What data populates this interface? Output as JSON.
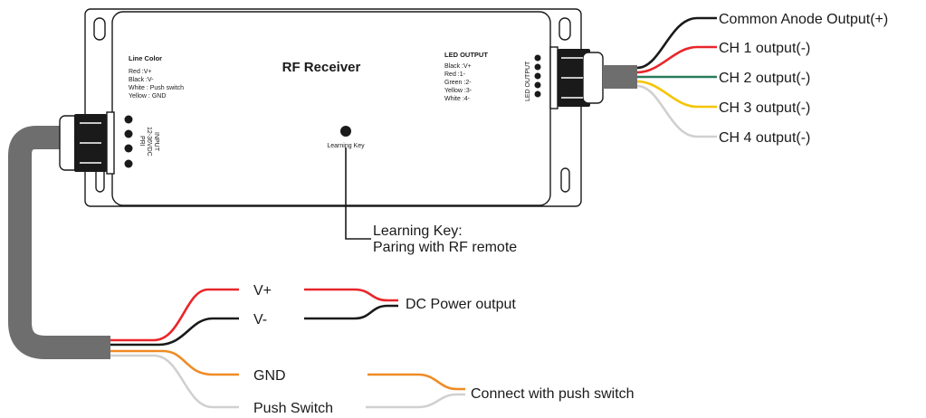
{
  "device": {
    "title": "RF Receiver",
    "learning_key_label": "Learning Key",
    "input_label": "INPUT",
    "input_voltage": "12-36VDC",
    "input_pri": "PRI",
    "led_output_side": "LED OUTPUT"
  },
  "line_color": {
    "title": "Line Color",
    "lines": [
      "Red   :V+",
      "Black :V-",
      "White : Push switch",
      "Yellow : GND"
    ]
  },
  "led_output_panel": {
    "title": "LED OUTPUT",
    "lines": [
      "Black :V+",
      "Red :1-",
      "Green :2-",
      "Yellow :3-",
      "White :4-"
    ]
  },
  "outputs": [
    {
      "label": "Common Anode Output(+)",
      "color": "#1a1a1a"
    },
    {
      "label": "CH 1 output(-)",
      "color": "#e8262b"
    },
    {
      "label": "CH 2 output(-)",
      "color": "#2a7a5a"
    },
    {
      "label": "CH 3 output(-)",
      "color": "#f5c400"
    },
    {
      "label": "CH 4 output(-)",
      "color": "#d0d0d0"
    }
  ],
  "learning_note": {
    "line1": "Learning Key:",
    "line2": "Paring with RF remote"
  },
  "power": {
    "vplus": "V+",
    "vminus": "V-",
    "output_label": "DC Power output",
    "vplus_color": "#e8262b",
    "vminus_color": "#1a1a1a"
  },
  "switch": {
    "gnd": "GND",
    "push": "Push Switch",
    "connect_label": "Connect with push switch",
    "gnd_color": "#f08a24",
    "push_color": "#d0d0d0"
  },
  "cable_color": "#6e6e6e"
}
